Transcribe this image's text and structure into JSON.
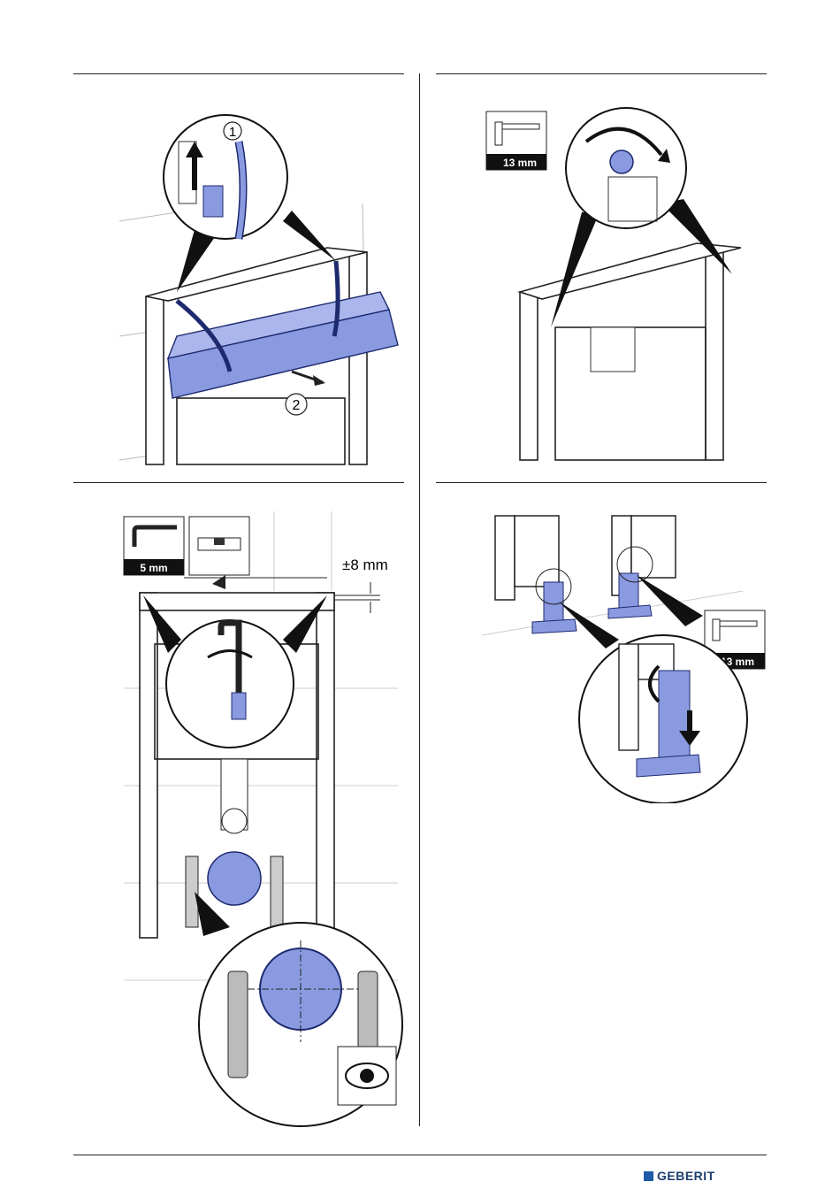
{
  "steps": {
    "step1": {
      "callout_1": "1",
      "callout_2": "2"
    },
    "step2": {
      "tool_size": "13 mm"
    },
    "step3": {
      "tool_size": "5 mm",
      "tolerance": "±8 mm"
    },
    "step4": {
      "tool_size": "13 mm"
    }
  },
  "footer": {
    "brand": "GEBERIT"
  },
  "colors": {
    "accent_blue": "#8a9ae0",
    "frame_grey": "#333333",
    "brand_blue": "#1d5aa8"
  }
}
